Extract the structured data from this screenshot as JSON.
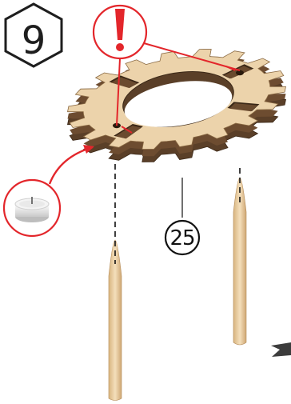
{
  "step": {
    "number": "9"
  },
  "part": {
    "label": "25"
  },
  "colors": {
    "warning": "#e3262b",
    "wood_face": "#ecd3ab",
    "wood_edge": "#5a3f28",
    "outline": "#222222"
  },
  "icons": {
    "step_badge": "hexagon-outline",
    "warning": "exclamation-mark-in-circle",
    "tealight": "tealight-candle",
    "gear": "gear-ring",
    "skewer": "wooden-skewer"
  }
}
